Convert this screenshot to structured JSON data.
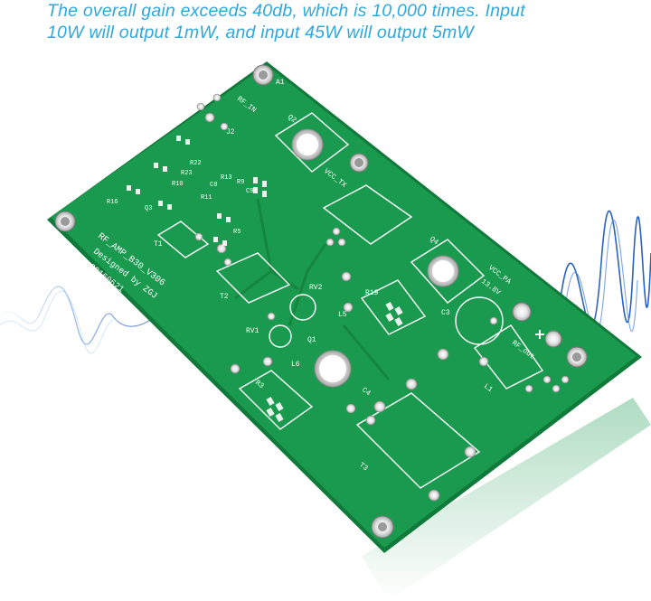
{
  "caption": {
    "line1": "The overall gain exceeds 40db, which is 10,000 times. Input",
    "line2": "10W will output 1mW, and input 45W will output 5mW"
  },
  "pcb": {
    "board_id": "RF_AMP_B30_V306",
    "designer": "Designed by ZGJ",
    "date": "20160621",
    "labels": {
      "a1": "A1",
      "rf_in": "RF_IN",
      "j2": "J2",
      "q2": "Q2",
      "vcc_tx": "VCC_TX",
      "q4": "Q4",
      "vcc_pa": "VCC_PA",
      "voltage": "13.8V",
      "c3": "C3",
      "rf_out": "RF_out",
      "l1": "L1",
      "t3": "T3",
      "r3": "R3",
      "c4": "C4",
      "l6": "L6",
      "l5": "L5",
      "q1": "Q1",
      "rv1": "RV1",
      "rv2": "RV2",
      "r19": "R19",
      "t1": "T1",
      "t2": "T2",
      "r22": "R22",
      "r23": "R23",
      "r13": "R13",
      "r9": "R9",
      "c9": "C9",
      "c8": "C8",
      "r5": "R5",
      "r11": "R11",
      "r10": "R10",
      "r16": "R16",
      "q3": "Q3"
    }
  },
  "colors": {
    "caption": "#2fa8dc",
    "board": "#1a9a4e",
    "board_edge": "#0f7a3a",
    "silk": "#ffffff",
    "pad": "#d8d8d8",
    "wave": "#3a7bd5"
  }
}
